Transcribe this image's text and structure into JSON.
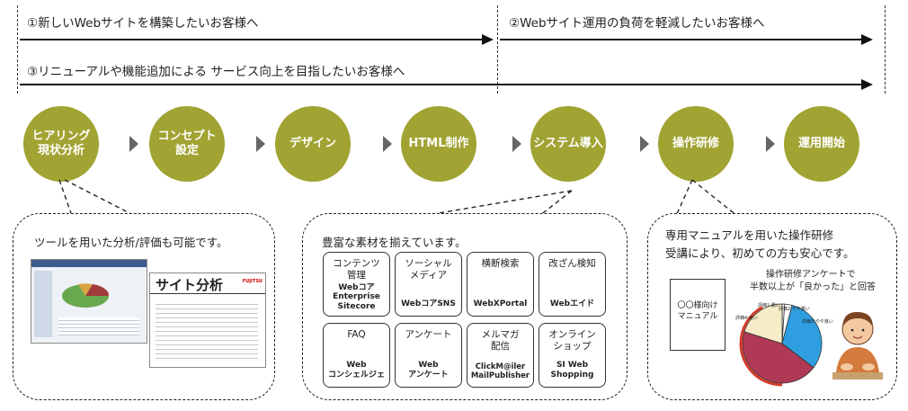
{
  "scopes": {
    "new_site": "①新しいWebサイトを構築したいお客様へ",
    "operation": "②Webサイト運用の負荷を軽減したいお客様へ",
    "renewal": "③リニューアルや機能追加による サービス向上を目指したいお客様へ"
  },
  "steps": [
    {
      "label": "ヒアリング\n現状分析"
    },
    {
      "label": "コンセプト\n設定"
    },
    {
      "label": "デザイン"
    },
    {
      "label": "HTML制作"
    },
    {
      "label": "システム導入"
    },
    {
      "label": "操作研修"
    },
    {
      "label": "運用開始"
    }
  ],
  "callouts": {
    "analysis": {
      "text": "ツールを用いた分析/評価も可能です。",
      "screenshot_title": "サイト分析",
      "logo": "FUJITSU"
    },
    "materials": {
      "text": "豊富な素材を揃えています。",
      "tiles": [
        {
          "title": "コンテンツ\n管理",
          "product": "Webコア\nEnterprise\nSitecore"
        },
        {
          "title": "ソーシャル\nメディア",
          "product": "WebコアSNS"
        },
        {
          "title": "横断検索",
          "product": "WebXPortal"
        },
        {
          "title": "改ざん検知",
          "product": "Webエイド"
        },
        {
          "title": "FAQ",
          "product": "Web\nコンシェルジェ"
        },
        {
          "title": "アンケート",
          "product": "Web\nアンケート"
        },
        {
          "title": "メルマガ\n配信",
          "product": "ClickM@iler\nMailPublisher"
        },
        {
          "title": "オンライン\nショップ",
          "product": "SI Web\nShopping"
        }
      ]
    },
    "training": {
      "line1": "専用マニュアルを用いた操作研修",
      "line2": "受講により、初めての方も安心です。",
      "manual_text": "〇〇様向け\nマニュアル",
      "survey_line1": "操作研修アンケートで",
      "survey_line2": "半数以上が「良かった」と回答",
      "pie_labels": {
        "bad": "評価1:悪い",
        "slightly_bad": "評価2:やや悪い",
        "slightly_good": "評価3:やや良い",
        "good": "評価4:良い"
      }
    }
  },
  "pie_data": {
    "values": [
      1,
      3,
      31,
      44,
      20
    ],
    "colors": [
      "#ffffff",
      "#ffffff",
      "#2e9ee0",
      "#b03a55",
      "#f6ecc8"
    ]
  },
  "colors": {
    "step": "#a1a332",
    "chevron": "#666666"
  }
}
